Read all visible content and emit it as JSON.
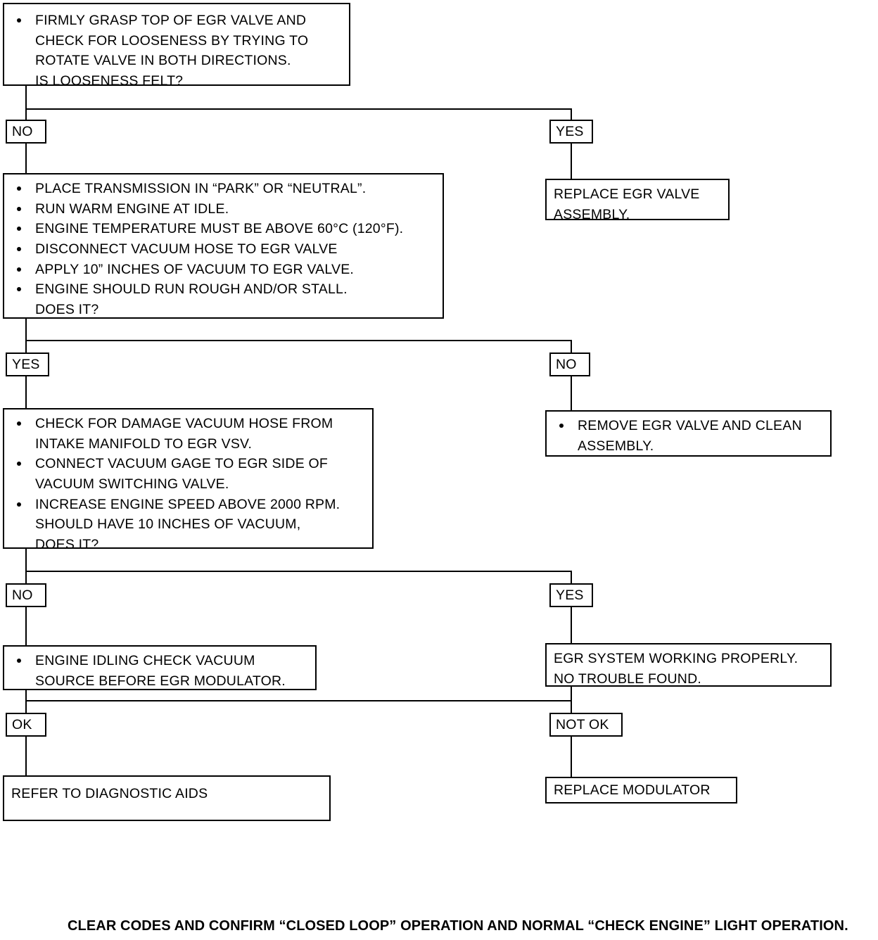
{
  "diagram": {
    "title": "EGR Valve / EGR System Diagnostic Flowchart",
    "ink_color": "#000000",
    "background_color": "#ffffff"
  },
  "nodes": {
    "step1": {
      "name": "grasp-egr-valve-check",
      "lines": [
        "FIRMLY GRASP TOP OF EGR VALVE AND",
        "CHECK FOR LOOSENESS BY TRYING TO",
        "ROTATE VALVE IN BOTH DIRECTIONS.",
        "IS LOOSENESS FELT?"
      ]
    },
    "step2": {
      "name": "apply-vacuum-to-egr-valve",
      "bullets": [
        [
          "PLACE TRANSMISSION IN “PARK” OR “NEUTRAL”."
        ],
        [
          "RUN WARM ENGINE AT IDLE."
        ],
        [
          "ENGINE TEMPERATURE MUST BE ABOVE 60°C (120°F)."
        ],
        [
          "DISCONNECT VACUUM HOSE TO EGR VALVE"
        ],
        [
          "APPLY 10” INCHES OF VACUUM TO EGR VALVE."
        ],
        [
          "ENGINE SHOULD RUN ROUGH AND/OR STALL.",
          "DOES IT?"
        ]
      ]
    },
    "step3": {
      "name": "check-vacuum-hose-and-gage",
      "bullets": [
        [
          "CHECK FOR DAMAGE VACUUM HOSE FROM",
          "INTAKE MANIFOLD TO EGR VSV."
        ],
        [
          "CONNECT VACUUM GAGE TO EGR SIDE OF",
          "VACUUM SWITCHING VALVE."
        ],
        [
          "INCREASE ENGINE SPEED ABOVE 2000 RPM.",
          "SHOULD HAVE 10 INCHES OF VACUUM,",
          "DOES IT?"
        ]
      ]
    },
    "step4": {
      "name": "engine-idling-check-vacuum-source",
      "bullets": [
        [
          "ENGINE IDLING CHECK VACUUM",
          "SOURCE BEFORE EGR MODULATOR."
        ]
      ]
    },
    "replace_valve": {
      "name": "replace-egr-valve-assembly",
      "lines": [
        "REPLACE EGR VALVE",
        "ASSEMBLY."
      ]
    },
    "remove_clean": {
      "name": "remove-egr-valve-and-clean",
      "bullets": [
        [
          "REMOVE EGR VALVE AND CLEAN",
          "ASSEMBLY."
        ]
      ]
    },
    "working_properly": {
      "name": "egr-system-working-properly",
      "lines": [
        "EGR SYSTEM WORKING PROPERLY.",
        "NO TROUBLE FOUND."
      ]
    },
    "refer_aids": {
      "name": "refer-to-diagnostic-aids",
      "lines": [
        "REFER TO DIAGNOSTIC AIDS"
      ]
    },
    "replace_modulator": {
      "name": "replace-modulator",
      "lines": [
        "REPLACE MODULATOR"
      ]
    }
  },
  "branch_labels": {
    "b1_left": "NO",
    "b1_right": "YES",
    "b2_left": "YES",
    "b2_right": "NO",
    "b3_left": "NO",
    "b3_right": "YES",
    "b4_left": "OK",
    "b4_right": "NOT OK"
  },
  "footer": {
    "note": "CLEAR CODES AND CONFIRM “CLOSED LOOP” OPERATION AND NORMAL “CHECK ENGINE” LIGHT OPERATION."
  },
  "flow": {
    "decisions": [
      {
        "question": "IS LOOSENESS FELT?",
        "no": "apply-vacuum-to-egr-valve",
        "yes": "replace-egr-valve-assembly"
      },
      {
        "question": "ENGINE SHOULD RUN ROUGH AND/OR STALL. DOES IT?",
        "yes": "check-vacuum-hose-and-gage",
        "no": "remove-egr-valve-and-clean"
      },
      {
        "question": "SHOULD HAVE 10 INCHES OF VACUUM, DOES IT?",
        "no": "engine-idling-check-vacuum-source",
        "yes": "egr-system-working-properly"
      },
      {
        "question": "VACUUM SOURCE BEFORE EGR MODULATOR",
        "ok": "refer-to-diagnostic-aids",
        "not_ok": "replace-modulator"
      }
    ]
  }
}
